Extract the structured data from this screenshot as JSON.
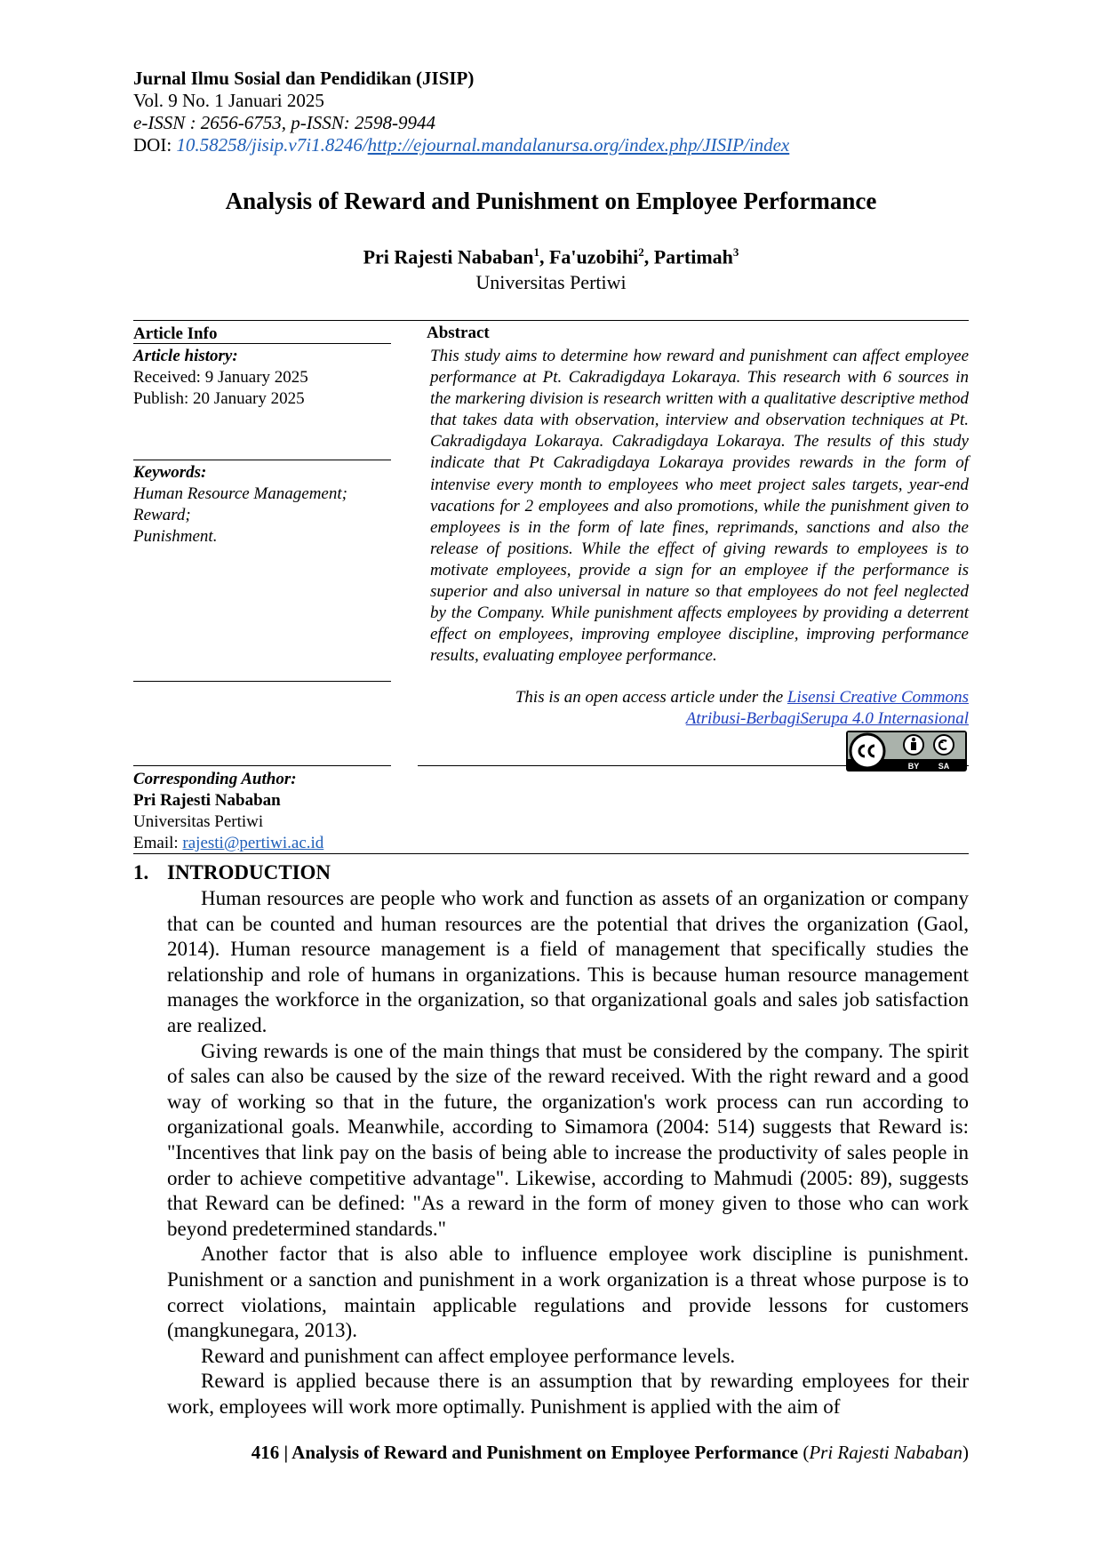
{
  "header": {
    "journal_name": "Jurnal Ilmu Sosial dan Pendidikan (JISIP)",
    "volume": "Vol. 9 No. 1 Januari 2025",
    "issn": "e-ISSN : 2656-6753, p-ISSN: 2598-9944",
    "doi_label": "DOI: ",
    "doi_value": "10.58258/jisip.v7i1.8246/",
    "doi_url": "http://ejournal.mandalanursa.org/index.php/JISIP/index"
  },
  "title": "Analysis of Reward and Punishment on Employee Performance",
  "authors": {
    "a1": "Pri Rajesti Nababan",
    "a1_sup": "1",
    "sep1": ", ",
    "a2": "Fa'uzobihi",
    "a2_sup": "2",
    "sep2": ", ",
    "a3": "Partimah",
    "a3_sup": "3"
  },
  "affiliation": "Universitas Pertiwi",
  "article_info": {
    "heading": "Article Info",
    "history_label": "Article history:",
    "received": "Received: 9 January 2025",
    "publish": "Publish: 20 January 2025",
    "keywords_label": "Keywords:",
    "keywords": [
      "Human Resource Management;",
      "Reward;",
      "Punishment."
    ]
  },
  "abstract": {
    "heading": "Abstract",
    "text": "This study aims to determine how reward and punishment can affect employee performance at Pt. Cakradigdaya Lokaraya. This research with 6 sources in the markering division is research written with a qualitative descriptive method that takes data with observation, interview and observation techniques at Pt. Cakradigdaya Lokaraya. Cakradigdaya Lokaraya. The results of this study indicate that Pt Cakradigdaya Lokaraya provides rewards in the form of intenvise every month to employees who meet project sales targets, year-end vacations for 2 employees and also promotions, while the punishment given to employees is in the form of late fines, reprimands, sanctions and also the release of positions. While the effect of giving rewards to employees is to motivate employees, provide a sign for an employee if the performance is superior and also universal in nature so that employees do not feel neglected by the Company. While punishment affects employees by providing a deterrent effect on employees, improving employee discipline, improving performance results, evaluating employee performance.",
    "license_prefix": "This is an open access article under the ",
    "license_link_1": "Lisensi Creative Commons",
    "license_link_2": "Atribusi-BerbagiSerupa 4.0 Internasional",
    "cc_badge": [
      "cc-icon",
      "by-icon",
      "sa-icon"
    ],
    "cc_by": "BY",
    "cc_sa": "SA"
  },
  "corresponding": {
    "label": "Corresponding Author:",
    "name": "Pri Rajesti Nababan",
    "institution": "Universitas Pertiwi",
    "email_label": "Email: ",
    "email": "rajesti@pertiwi.ac.id"
  },
  "section": {
    "number": "1.",
    "title": "INTRODUCTION"
  },
  "paragraphs": [
    "Human resources are people who work and function as assets of an organization or company that can be counted and human resources are the potential that drives the organization (Gaol, 2014). Human resource management is a field of management that specifically studies the relationship and role of humans in organizations. This is because human resource management manages the workforce in the organization, so that organizational goals and sales job satisfaction are realized.",
    "Giving rewards is one of the main things that must be considered by the company. The spirit of sales can also be caused by the size of the reward received. With the right reward and a good way of working so that in the future, the organization's work process can run according to organizational goals. Meanwhile, according to Simamora (2004: 514) suggests that Reward is: \"Incentives that link pay on the basis of being able to increase the productivity of sales people in order to achieve competitive advantage\". Likewise, according to Mahmudi (2005: 89), suggests that Reward can be defined: \"As a reward in the form of money given to those who can work beyond predetermined standards.\"",
    "Another factor that is also able to influence employee work discipline is punishment. Punishment or a sanction and punishment in a work organization is a threat whose purpose is to correct violations, maintain applicable regulations and provide lessons for customers (mangkunegara, 2013).",
    "Reward and punishment can affect employee performance levels.",
    "Reward is applied because there is an assumption that by rewarding employees for their work, employees will work more optimally. Punishment is applied with the aim of"
  ],
  "footer": {
    "page_number": "416",
    "separator": " | ",
    "title": "Analysis of Reward and Punishment on Employee Performance",
    "open": " (",
    "author": "Pri Rajesti Nababan",
    "close": ")"
  },
  "colors": {
    "link": "#1f5fb8",
    "text": "#000000"
  }
}
